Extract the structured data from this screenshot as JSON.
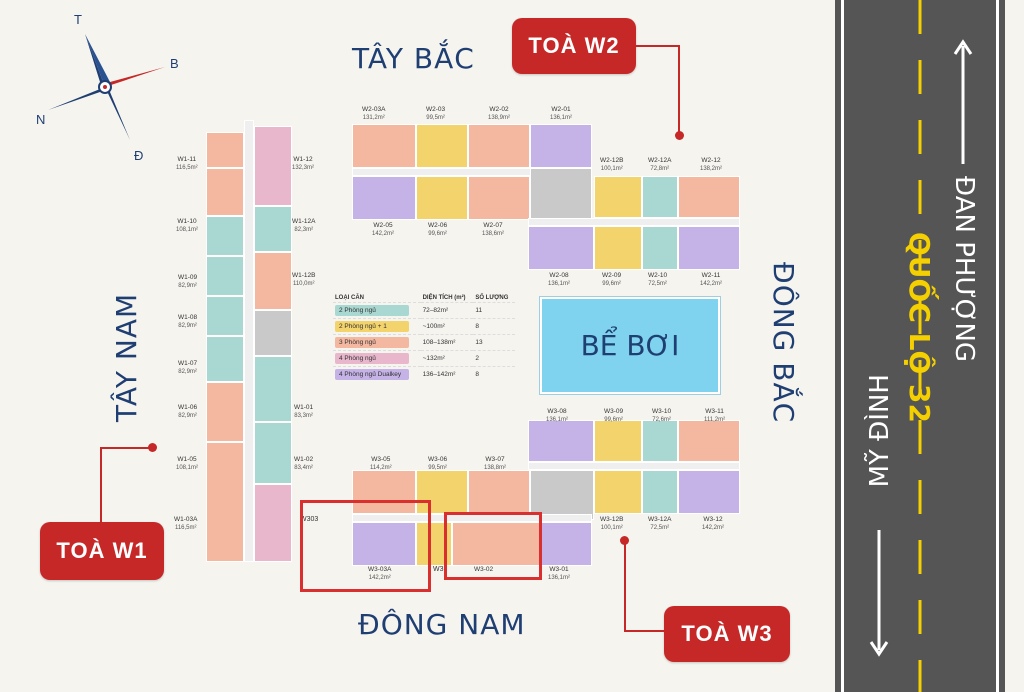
{
  "compass": {
    "n": "T",
    "e": "B",
    "s": "Đ",
    "w": "N"
  },
  "directions": {
    "nw": "TÂY BẮC",
    "sw": "TÂY NAM",
    "se": "ĐÔNG NAM",
    "ne": "ĐÔNG BẮC"
  },
  "towers": {
    "w1": "TOÀ W1",
    "w2": "TOÀ W2",
    "w3": "TOÀ W3"
  },
  "pool": "BỂ BƠI",
  "road": {
    "name": "QUỐC LỘ 32",
    "upper": "ĐAN PHƯỢNG",
    "lower": "MỸ ĐÌNH"
  },
  "legend": {
    "headers": [
      "LOẠI CĂN",
      "DIỆN TÍCH (m²)",
      "SỐ LƯỢNG"
    ],
    "rows": [
      {
        "type": "2 Phòng ngủ",
        "area": "72–82m²",
        "count": "11",
        "color": "#a9d8d2"
      },
      {
        "type": "2 Phòng ngủ + 1",
        "area": "~100m²",
        "count": "8",
        "color": "#f3d36b"
      },
      {
        "type": "3 Phòng ngủ",
        "area": "108–138m²",
        "count": "13",
        "color": "#f4b7a0"
      },
      {
        "type": "4 Phòng ngủ",
        "area": "~132m²",
        "count": "2",
        "color": "#e9b7cc"
      },
      {
        "type": "4 Phòng ngủ Dualkey",
        "area": "136–142m²",
        "count": "8",
        "color": "#c5b2e6"
      }
    ]
  },
  "units": {
    "w1_left": [
      {
        "code": "W1-11",
        "area": "116,5m²"
      },
      {
        "code": "W1-10",
        "area": "108,1m²"
      },
      {
        "code": "W1-09",
        "area": "82,9m²"
      },
      {
        "code": "W1-08",
        "area": "82,9m²"
      },
      {
        "code": "W1-07",
        "area": "82,9m²"
      },
      {
        "code": "W1-06",
        "area": "82,9m²"
      },
      {
        "code": "W1-05",
        "area": "108,1m²"
      },
      {
        "code": "W1-03A",
        "area": "116,5m²"
      }
    ],
    "w1_right": [
      {
        "code": "W1-12",
        "area": "132,3m²"
      },
      {
        "code": "W1-12A",
        "area": "82,3m²"
      },
      {
        "code": "W1-12B",
        "area": "110,0m²"
      },
      {
        "code": "W1-01",
        "area": "83,3m²"
      },
      {
        "code": "W1-02",
        "area": "83,4m²"
      }
    ],
    "w2_top": [
      {
        "code": "W2-03A",
        "area": "131,2m²"
      },
      {
        "code": "W2-03",
        "area": "99,5m²"
      },
      {
        "code": "W2-02",
        "area": "138,9m²"
      },
      {
        "code": "W2-01",
        "area": "136,1m²"
      }
    ],
    "w2_mid": [
      {
        "code": "W2-12B",
        "area": "100,1m²"
      },
      {
        "code": "W2-12A",
        "area": "72,8m²"
      },
      {
        "code": "W2-12",
        "area": "138,2m²"
      }
    ],
    "w2_low": [
      {
        "code": "W2-05",
        "area": "142,2m²"
      },
      {
        "code": "W2-06",
        "area": "99,6m²"
      },
      {
        "code": "W2-07",
        "area": "138,6m²"
      }
    ],
    "w2_bottom": [
      {
        "code": "W2-08",
        "area": "136,1m²"
      },
      {
        "code": "W2-09",
        "area": "99,6m²"
      },
      {
        "code": "W2-10",
        "area": "72,5m²"
      },
      {
        "code": "W2-11",
        "area": "142,2m²"
      }
    ],
    "w3_top": [
      {
        "code": "W3-08",
        "area": "136,1m²"
      },
      {
        "code": "W3-09",
        "area": "99,6m²"
      },
      {
        "code": "W3-10",
        "area": "72,6m²"
      },
      {
        "code": "W3-11",
        "area": "111,2m²"
      }
    ],
    "w3_mid": [
      {
        "code": "W3-05",
        "area": "114,2m²"
      },
      {
        "code": "W3-06",
        "area": "99,5m²"
      },
      {
        "code": "W3-07",
        "area": "138,8m²"
      }
    ],
    "w3_12": [
      {
        "code": "W3-12B",
        "area": "100,1m²"
      },
      {
        "code": "W3-12A",
        "area": "72,5m²"
      },
      {
        "code": "W3-12",
        "area": "142,2m²"
      }
    ],
    "w3_bottom": [
      {
        "code": "W3-03A",
        "area": "142,2m²"
      },
      {
        "code": "W3-02",
        "area": ""
      },
      {
        "code": "W3-01",
        "area": "136,1m²"
      }
    ],
    "w3_partial": {
      "w3_03": "W3",
      "w3_03b": "03",
      "w3_03c": "W3"
    }
  }
}
